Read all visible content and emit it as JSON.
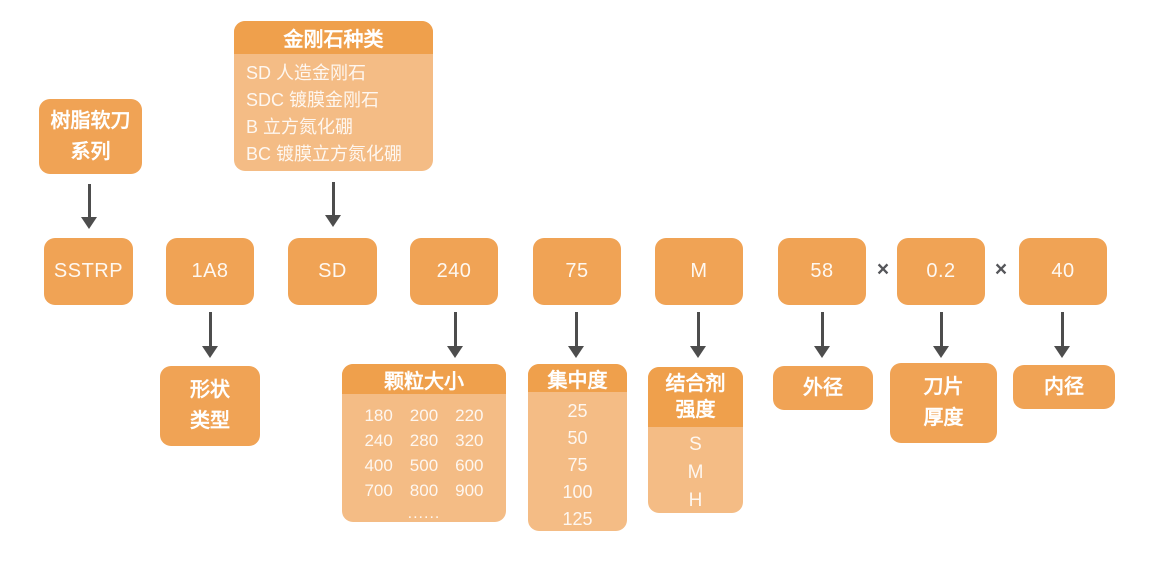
{
  "colors": {
    "box_orange": "#F0A355",
    "header_orange": "#EFA04C",
    "body_orange": "#F4BC85",
    "arrow_gray": "#4D4D4D",
    "times_gray": "#55565A"
  },
  "top_row": {
    "series_label": {
      "line1": "树脂软刀",
      "line2": "系列"
    },
    "diamond_types": {
      "title": "金刚石种类",
      "items": [
        "SD 人造金刚石",
        "SDC 镀膜金刚石",
        "B 立方氮化硼",
        "BC 镀膜立方氮化硼"
      ]
    }
  },
  "code_row": {
    "series": "SSTRP",
    "shape": "1A8",
    "diamond": "SD",
    "grit": "240",
    "concentration": "75",
    "bond": "M",
    "outer_diameter": "58",
    "multiply_1": "×",
    "thickness": "0.2",
    "multiply_2": "×",
    "inner_diameter": "40"
  },
  "detail_row": {
    "shape_type": {
      "line1": "形状",
      "line2": "类型"
    },
    "grain_size": {
      "title": "颗粒大小",
      "values": [
        [
          "180",
          "200",
          "220"
        ],
        [
          "240",
          "280",
          "320"
        ],
        [
          "400",
          "500",
          "600"
        ],
        [
          "700",
          "800",
          "900"
        ]
      ],
      "ellipsis": "......"
    },
    "concentration": {
      "title": "集中度",
      "values": [
        "25",
        "50",
        "75",
        "100",
        "125"
      ]
    },
    "bond_strength": {
      "title_line1": "结合剂",
      "title_line2": "强度",
      "values": [
        "S",
        "M",
        "H"
      ]
    },
    "outer_diameter_label": "外径",
    "blade_thickness_label": {
      "line1": "刀片",
      "line2": "厚度"
    },
    "inner_diameter_label": "内径"
  }
}
